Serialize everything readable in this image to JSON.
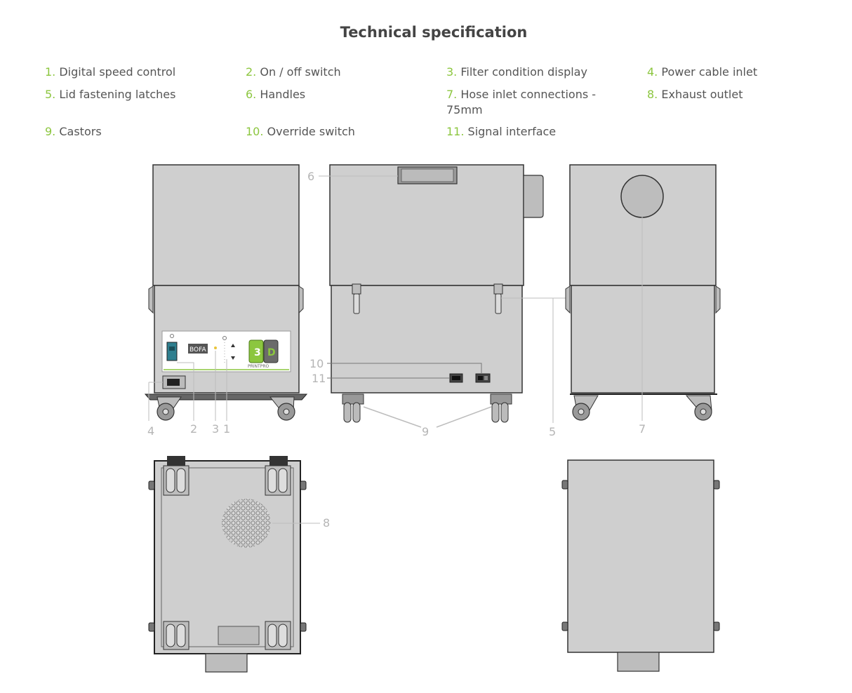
{
  "title": "Technical specification",
  "colors": {
    "accent": "#8cc63f",
    "body": "#cfcfcf",
    "outline": "#333333",
    "leader": "#bdbdbd"
  },
  "specs": [
    {
      "num": "1.",
      "text": "Digital speed control"
    },
    {
      "num": "2.",
      "text": "On / off switch"
    },
    {
      "num": "3.",
      "text": "Filter condition display"
    },
    {
      "num": "4.",
      "text": "Power cable inlet"
    },
    {
      "num": "5.",
      "text": "Lid fastening latches"
    },
    {
      "num": "6.",
      "text": "Handles"
    },
    {
      "num": "7.",
      "text": "Hose inlet connections -",
      "text2": "75mm"
    },
    {
      "num": "8.",
      "text": "Exhaust outlet"
    },
    {
      "num": "9.",
      "text": "Castors"
    },
    {
      "num": "10.",
      "text": "Override switch"
    },
    {
      "num": "11.",
      "text": "Signal interface"
    }
  ],
  "callouts": {
    "c1": "1",
    "c2": "2",
    "c3": "3",
    "c4": "4",
    "c5": "5",
    "c6": "6",
    "c7": "7",
    "c8": "8",
    "c9": "9",
    "c10": "10",
    "c11": "11"
  },
  "panel_brand": "BOFA",
  "panel_logo_text": "PRINTPRO"
}
